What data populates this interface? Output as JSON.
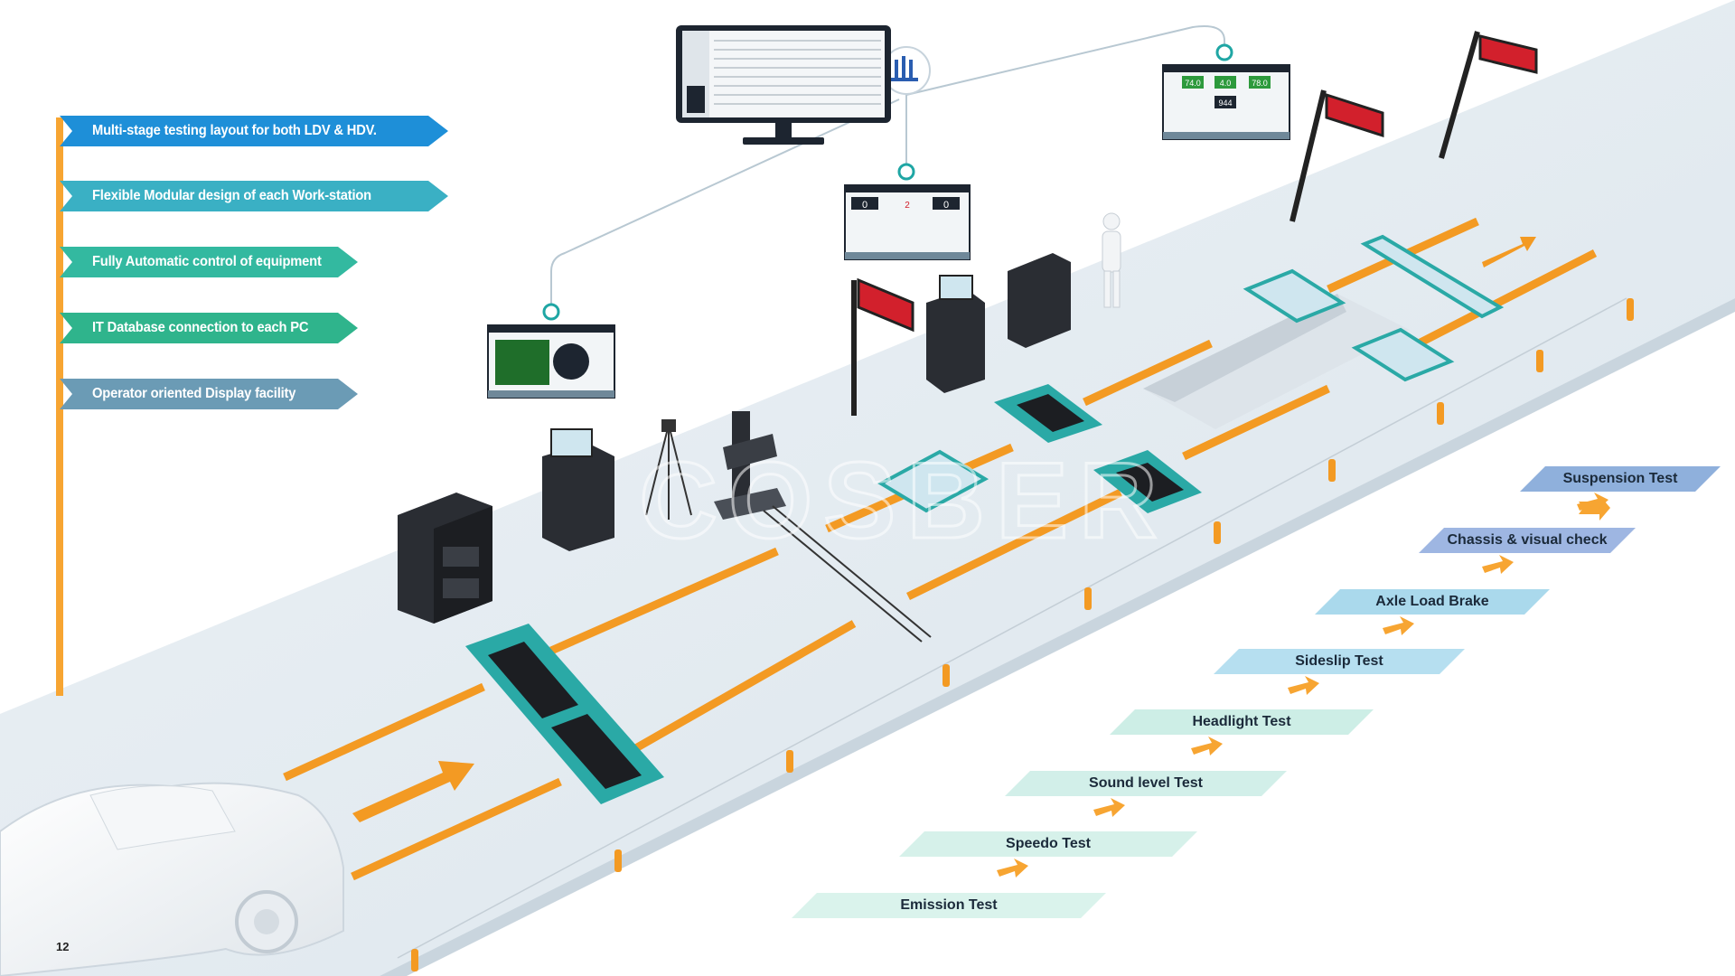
{
  "features": [
    {
      "label": "Multi-stage testing layout for both LDV & HDV.",
      "color": "#1e8fd8"
    },
    {
      "label": "Flexible Modular design of each Work-station",
      "color": "#3ab0c4"
    },
    {
      "label": "Fully Automatic control of equipment",
      "color": "#33b9a0"
    },
    {
      "label": "IT Database connection to each PC",
      "color": "#2fb48c"
    },
    {
      "label": "Operator oriented Display facility",
      "color": "#6b9bb5"
    }
  ],
  "steps": [
    {
      "label": "Suspension Test",
      "color": "#8fb0dc"
    },
    {
      "label": "Chassis & visual check",
      "color": "#9eb6e2"
    },
    {
      "label": "Axle Load Brake",
      "color": "#aad9ec"
    },
    {
      "label": "Sideslip Test",
      "color": "#b6dff0"
    },
    {
      "label": "Headlight Test",
      "color": "#cdeee6"
    },
    {
      "label": "Sound level Test",
      "color": "#d2efe9"
    },
    {
      "label": "Speedo Test",
      "color": "#d6f1ea"
    },
    {
      "label": "Emission Test",
      "color": "#daf3ec"
    }
  ],
  "screens": {
    "suspension_values": [
      "74.0",
      "4.0",
      "78.0"
    ],
    "suspension_center": "944",
    "brake_values": [
      "0",
      "0"
    ],
    "brake_center": "2"
  },
  "watermark": "COSBER",
  "page_number": "12",
  "colors": {
    "road": "#e2ebf1",
    "lane": "#f39a23",
    "teal": "#1fa6a4",
    "orange_bar": "#f7a532",
    "sign_red": "#d2202c"
  }
}
